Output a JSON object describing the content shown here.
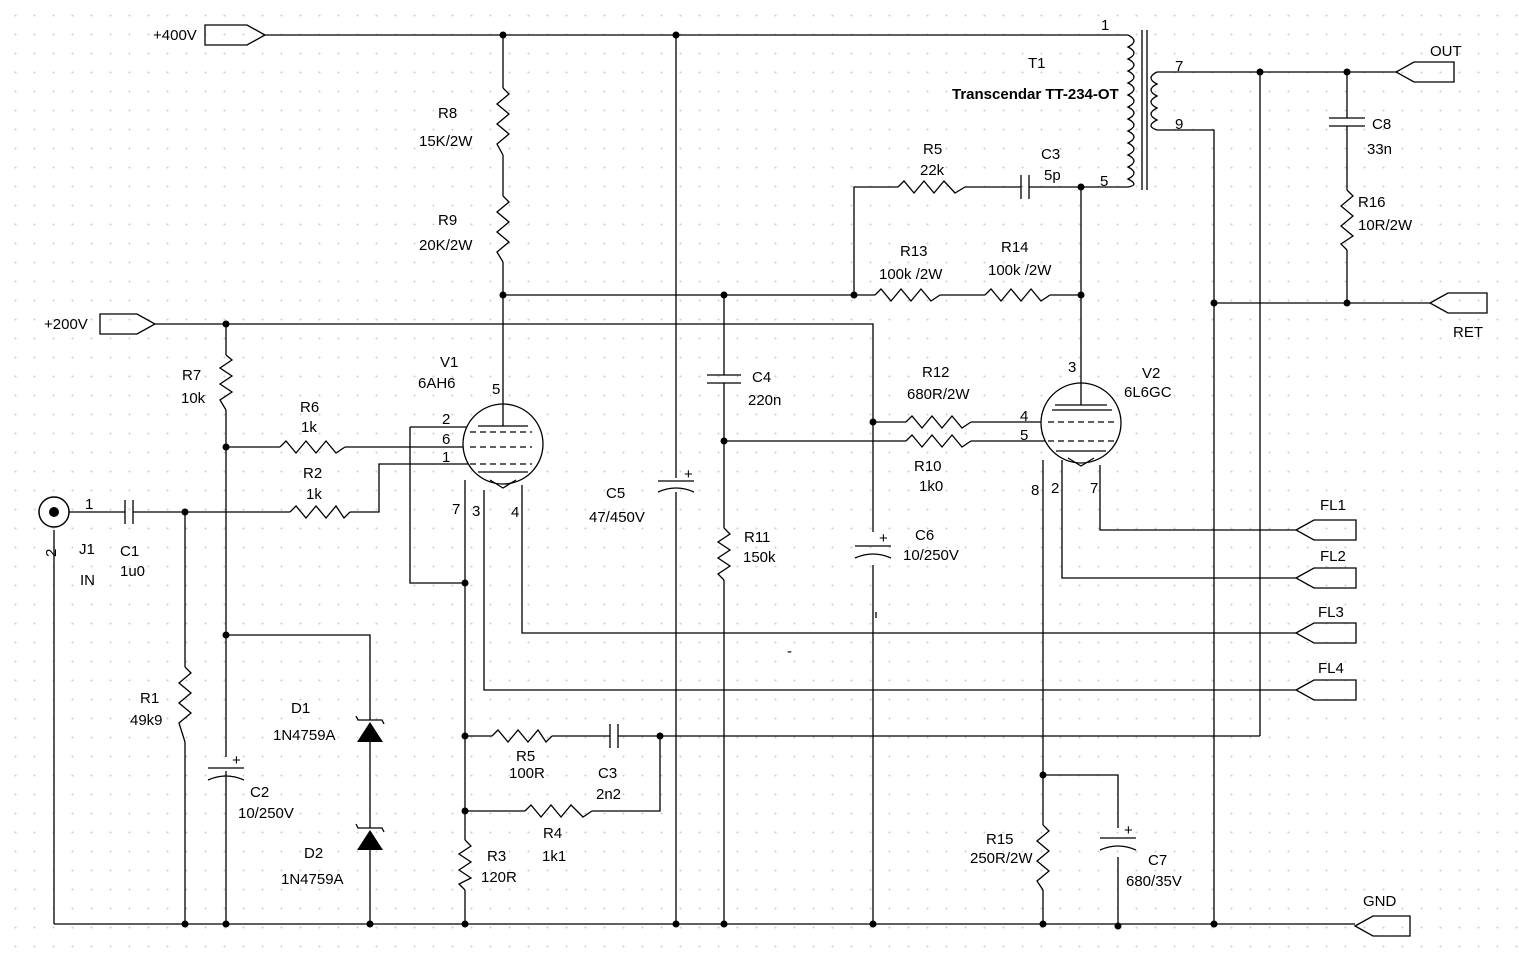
{
  "nets": {
    "v400": "+400V",
    "v200": "+200V",
    "out": "OUT",
    "ret": "RET",
    "gnd": "GND",
    "fl1": "FL1",
    "fl2": "FL2",
    "fl3": "FL3",
    "fl4": "FL4"
  },
  "components": {
    "r1": {
      "ref": "R1",
      "value": "49k9"
    },
    "r2": {
      "ref": "R2",
      "value": "1k"
    },
    "r3": {
      "ref": "R3",
      "value": "120R"
    },
    "r4": {
      "ref": "R4",
      "value": "1k1"
    },
    "r5a": {
      "ref": "R5",
      "value": "22k"
    },
    "r5b": {
      "ref": "R5",
      "value": "100R"
    },
    "r6": {
      "ref": "R6",
      "value": "1k"
    },
    "r7": {
      "ref": "R7",
      "value": "10k"
    },
    "r8": {
      "ref": "R8",
      "value": "15K/2W"
    },
    "r9": {
      "ref": "R9",
      "value": "20K/2W"
    },
    "r10": {
      "ref": "R10",
      "value": "1k0"
    },
    "r11": {
      "ref": "R11",
      "value": "150k"
    },
    "r12": {
      "ref": "R12",
      "value": "680R/2W"
    },
    "r13": {
      "ref": "R13",
      "value": "100k /2W"
    },
    "r14": {
      "ref": "R14",
      "value": "100k /2W"
    },
    "r15": {
      "ref": "R15",
      "value": "250R/2W"
    },
    "r16": {
      "ref": "R16",
      "value": "10R/2W"
    },
    "c1": {
      "ref": "C1",
      "value": "1u0"
    },
    "c2": {
      "ref": "C2",
      "value": "10/250V"
    },
    "c3a": {
      "ref": "C3",
      "value": "5p"
    },
    "c3b": {
      "ref": "C3",
      "value": "2n2"
    },
    "c4": {
      "ref": "C4",
      "value": "220n"
    },
    "c5": {
      "ref": "C5",
      "value": "47/450V"
    },
    "c6": {
      "ref": "C6",
      "value": "10/250V"
    },
    "c7": {
      "ref": "C7",
      "value": "680/35V"
    },
    "c8": {
      "ref": "C8",
      "value": "33n"
    },
    "d1": {
      "ref": "D1",
      "value": "1N4759A"
    },
    "d2": {
      "ref": "D2",
      "value": "1N4759A"
    },
    "v1": {
      "ref": "V1",
      "value": "6AH6"
    },
    "v2": {
      "ref": "V2",
      "value": "6L6GC"
    },
    "t1": {
      "ref": "T1",
      "value": "Transcendar TT-234-OT"
    },
    "j1": {
      "ref": "J1",
      "value": "IN"
    }
  },
  "pins": {
    "j1_1": "1",
    "j1_2": "2",
    "v1_5": "5",
    "v1_2": "2",
    "v1_6": "6",
    "v1_1": "1",
    "v1_7": "7",
    "v1_3": "3",
    "v1_4": "4",
    "v2_3": "3",
    "v2_4": "4",
    "v2_5": "5",
    "v2_8": "8",
    "v2_2": "2",
    "v2_7": "7",
    "t1_1": "1",
    "t1_5": "5",
    "t1_7": "7",
    "t1_9": "9"
  },
  "stray_mark": "-"
}
